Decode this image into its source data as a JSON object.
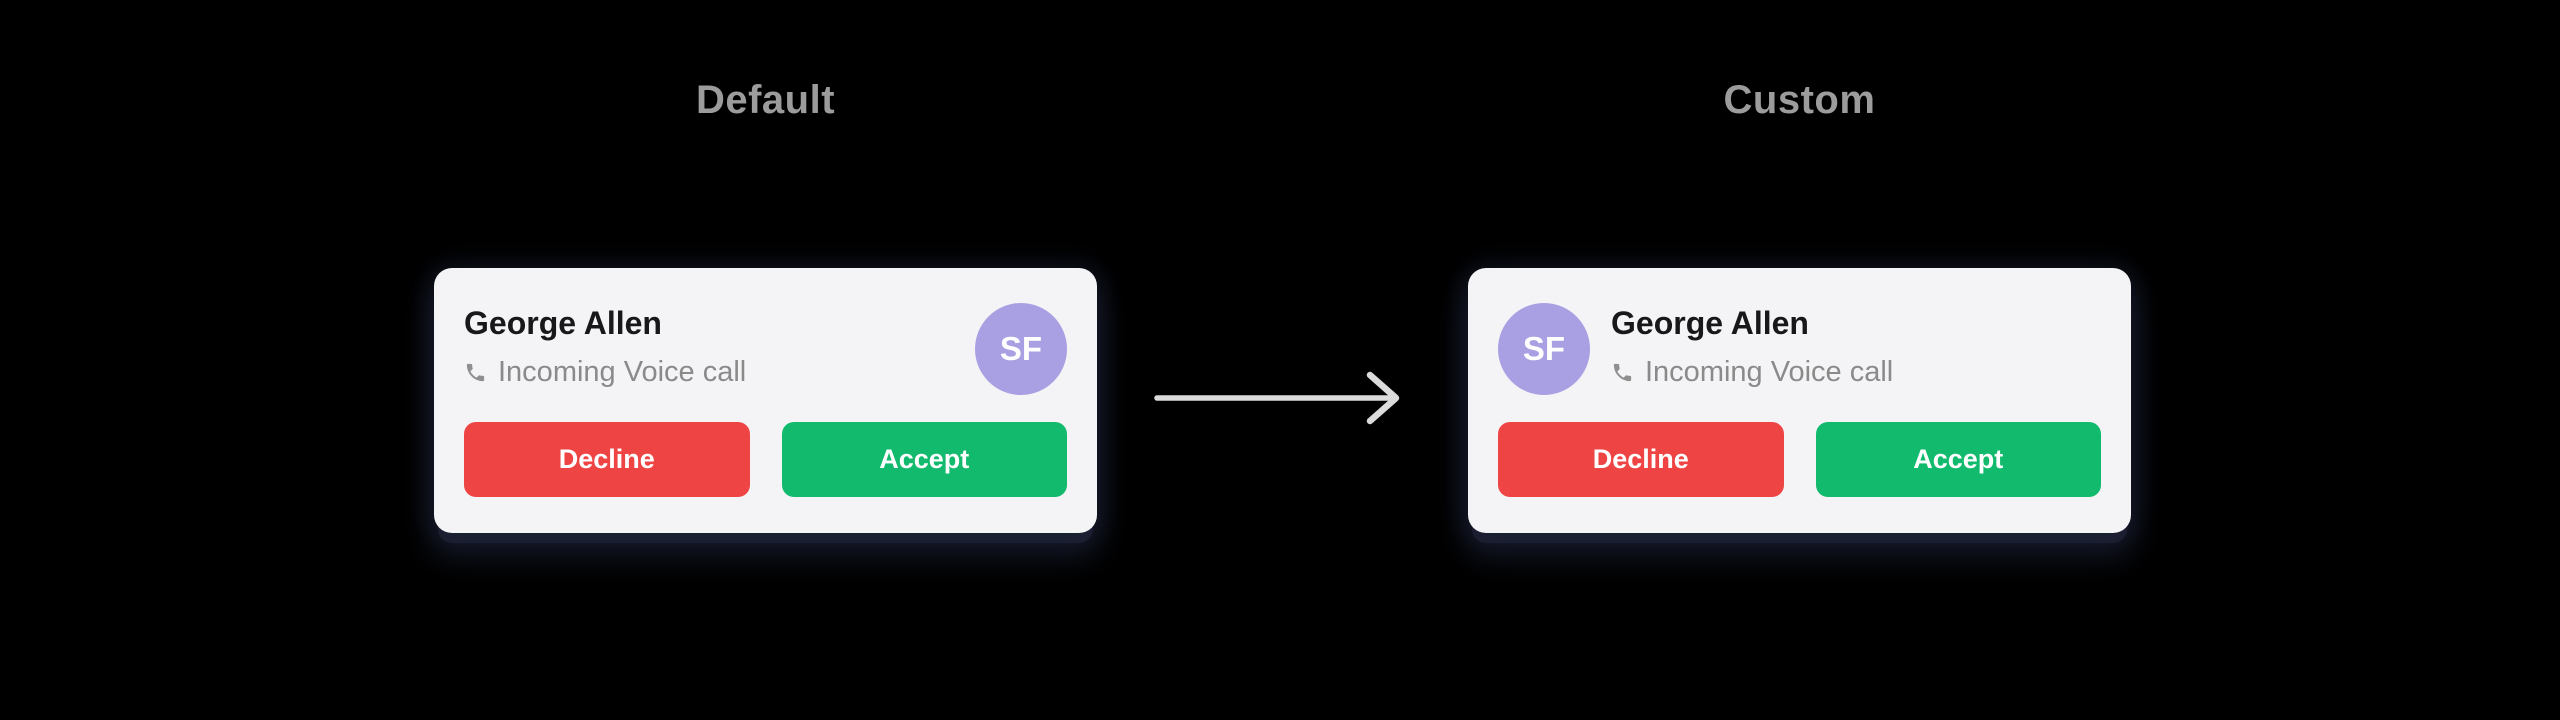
{
  "page_background": "#000000",
  "sections": [
    {
      "label": "Default",
      "card": {
        "variant": "default",
        "avatar_position": "right",
        "caller_name": "George Allen",
        "call_status": "Incoming Voice call",
        "avatar_initials": "SF",
        "buttons": {
          "decline": "Decline",
          "accept": "Accept"
        }
      }
    },
    {
      "label": "Custom",
      "card": {
        "variant": "custom",
        "avatar_position": "left",
        "caller_name": "George Allen",
        "call_status": "Incoming Voice call",
        "avatar_initials": "SF",
        "buttons": {
          "decline": "Decline",
          "accept": "Accept"
        }
      }
    }
  ],
  "arrow": {
    "icon": "right-arrow-icon",
    "color": "#DBDBDB"
  },
  "icons": {
    "phone": "phone-receiver-icon"
  },
  "colors": {
    "card_background": "#F4F4F6",
    "caller_name_text": "#18181B",
    "call_status_text": "#8A8A8A",
    "section_label_text": "#9C9C9C",
    "avatar_background": "#A8A0E3",
    "avatar_text": "#FFFFFF",
    "decline_button": "#EF4444",
    "accept_button": "#11BA6C",
    "button_text": "#FFFFFF"
  }
}
